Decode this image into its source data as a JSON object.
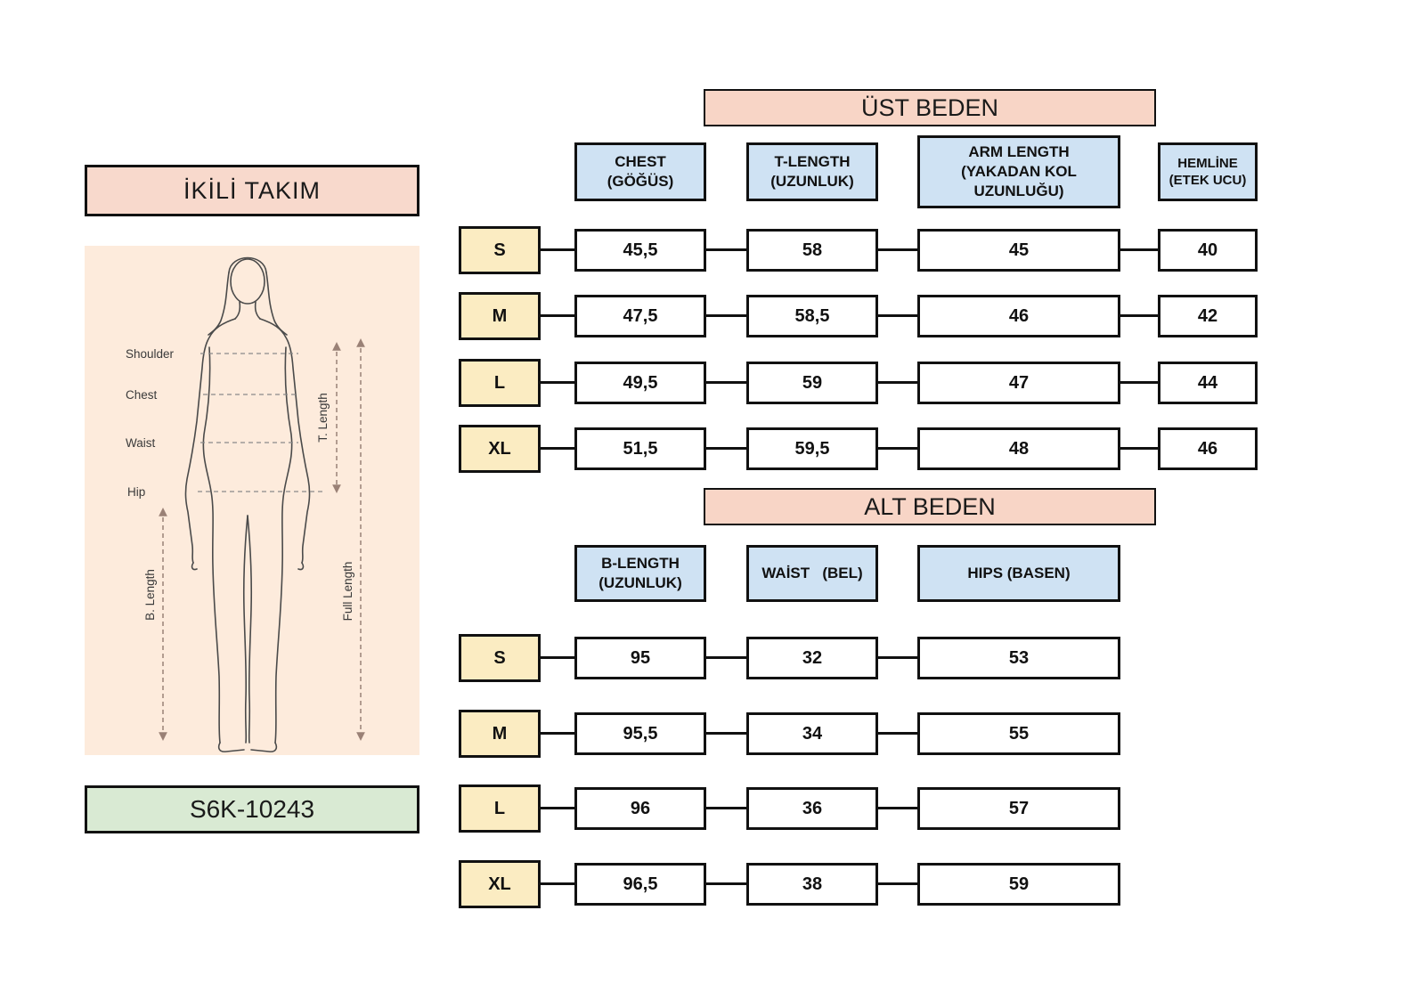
{
  "product": {
    "title": "İKİLİ TAKIM",
    "code": "S6K-10243"
  },
  "figure": {
    "shoulder": "Shoulder",
    "chest": "Chest",
    "waist": "Waist",
    "hip": "Hip",
    "t_length": "T. Length",
    "full_length": "Full Length",
    "b_length": "B. Length"
  },
  "upper": {
    "title": "ÜST BEDEN",
    "columns": [
      {
        "line1": "CHEST",
        "line2": "(GÖĞÜS)"
      },
      {
        "line1": "T-LENGTH",
        "line2": "(UZUNLUK)"
      },
      {
        "line1": "ARM LENGTH",
        "line2": "(YAKADAN KOL UZUNLUĞU)"
      },
      {
        "line1": "HEMLİNE",
        "line2": "(ETEK UCU)"
      }
    ],
    "rows": [
      {
        "size": "S",
        "values": [
          "45,5",
          "58",
          "45",
          "40"
        ]
      },
      {
        "size": "M",
        "values": [
          "47,5",
          "58,5",
          "46",
          "42"
        ]
      },
      {
        "size": "L",
        "values": [
          "49,5",
          "59",
          "47",
          "44"
        ]
      },
      {
        "size": "XL",
        "values": [
          "51,5",
          "59,5",
          "48",
          "46"
        ]
      }
    ]
  },
  "lower": {
    "title": "ALT BEDEN",
    "columns": [
      {
        "line1": "B-LENGTH",
        "line2": "(UZUNLUK)"
      },
      {
        "line1": "WAİST   (BEL)",
        "line2": ""
      },
      {
        "line1": "HIPS (BASEN)",
        "line2": ""
      }
    ],
    "rows": [
      {
        "size": "S",
        "values": [
          "95",
          "32",
          "53"
        ]
      },
      {
        "size": "M",
        "values": [
          "95,5",
          "34",
          "55"
        ]
      },
      {
        "size": "L",
        "values": [
          "96",
          "36",
          "57"
        ]
      },
      {
        "size": "XL",
        "values": [
          "96,5",
          "38",
          "59"
        ]
      }
    ]
  }
}
